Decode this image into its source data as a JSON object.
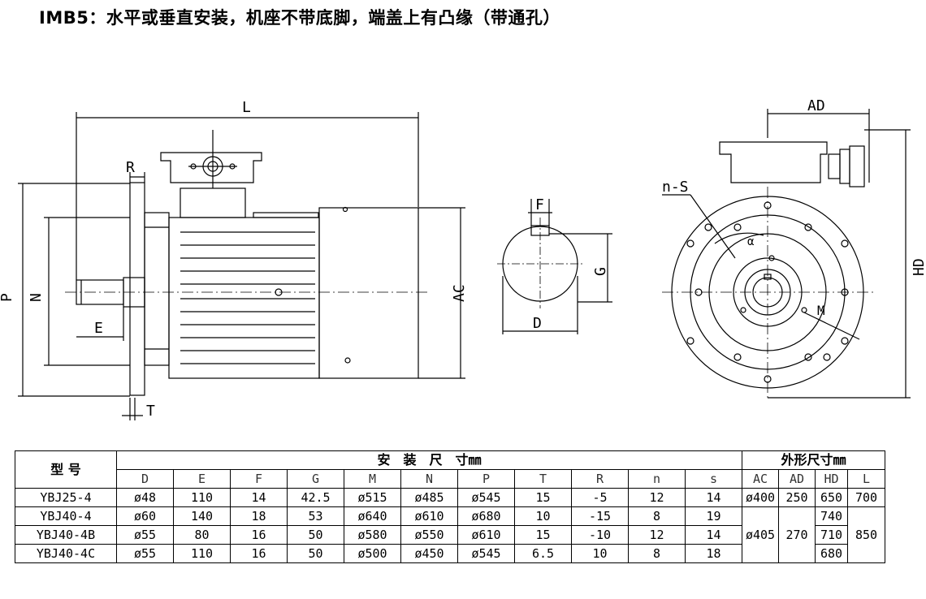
{
  "title": "IMB5：水平或垂直安装，机座不带底脚，端盖上有凸缘（带通孔）",
  "drawing": {
    "dim_labels": {
      "L": "L",
      "R": "R",
      "P": "P",
      "N": "N",
      "E": "E",
      "T": "T",
      "AC": "AC",
      "F": "F",
      "G": "G",
      "D": "D",
      "AD": "AD",
      "HD": "HD",
      "nS": "n-S",
      "alpha": "α",
      "M": "M"
    }
  },
  "table": {
    "model_header": "型 号",
    "install_header": "安　装　尺　寸㎜",
    "outline_header": "外形尺寸㎜",
    "install_columns": [
      "D",
      "E",
      "F",
      "G",
      "M",
      "N",
      "P",
      "T",
      "R",
      "n",
      "s"
    ],
    "outline_columns": [
      "AC",
      "AD",
      "HD",
      "L"
    ],
    "rows": [
      {
        "model": "YBJ25-4",
        "install": [
          "ø48",
          "110",
          "14",
          "42.5",
          "ø515",
          "ø485",
          "ø545",
          "15",
          "-5",
          "12",
          "14"
        ],
        "ac": "ø400",
        "ad": "250",
        "hd": "650",
        "l": "700"
      },
      {
        "model": "YBJ40-4",
        "install": [
          "ø60",
          "140",
          "18",
          "53",
          "ø640",
          "ø610",
          "ø680",
          "10",
          "-15",
          "8",
          "19"
        ],
        "hd": "740"
      },
      {
        "model": "YBJ40-4B",
        "install": [
          "ø55",
          "80",
          "16",
          "50",
          "ø580",
          "ø550",
          "ø610",
          "15",
          "-10",
          "12",
          "14"
        ],
        "hd": "710"
      },
      {
        "model": "YBJ40-4C",
        "install": [
          "ø55",
          "110",
          "16",
          "50",
          "ø500",
          "ø450",
          "ø545",
          "6.5",
          "10",
          "8",
          "18"
        ],
        "hd": "680"
      }
    ],
    "merged": {
      "ac": "ø405",
      "ad": "270",
      "l": "850"
    }
  }
}
